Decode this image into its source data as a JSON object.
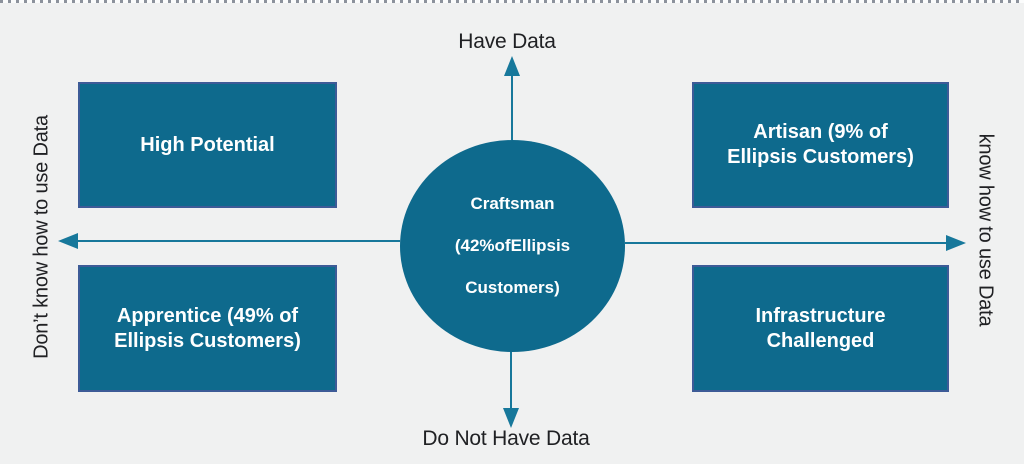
{
  "colors": {
    "background": "#f0f1f1",
    "teal_fill": "#0e6a8d",
    "box_border": "#3d5b97",
    "arrow": "#17789b",
    "text_dark": "#202124",
    "text_light": "#ffffff"
  },
  "axes": {
    "top_label": "Have Data",
    "bottom_label": "Do Not Have Data",
    "left_label": "Don’t know how to use Data",
    "right_label": "know how to use Data"
  },
  "quadrants": {
    "top_left": "High Potential",
    "top_right": "Artisan (9% of Ellipsis Customers)",
    "bottom_left": "Apprentice (49% of Ellipsis Customers)",
    "bottom_right": "Infrastructure Challenged"
  },
  "center": {
    "lines": [
      "Craftsman",
      "(42%ofEllipsis",
      "Customers)"
    ]
  }
}
